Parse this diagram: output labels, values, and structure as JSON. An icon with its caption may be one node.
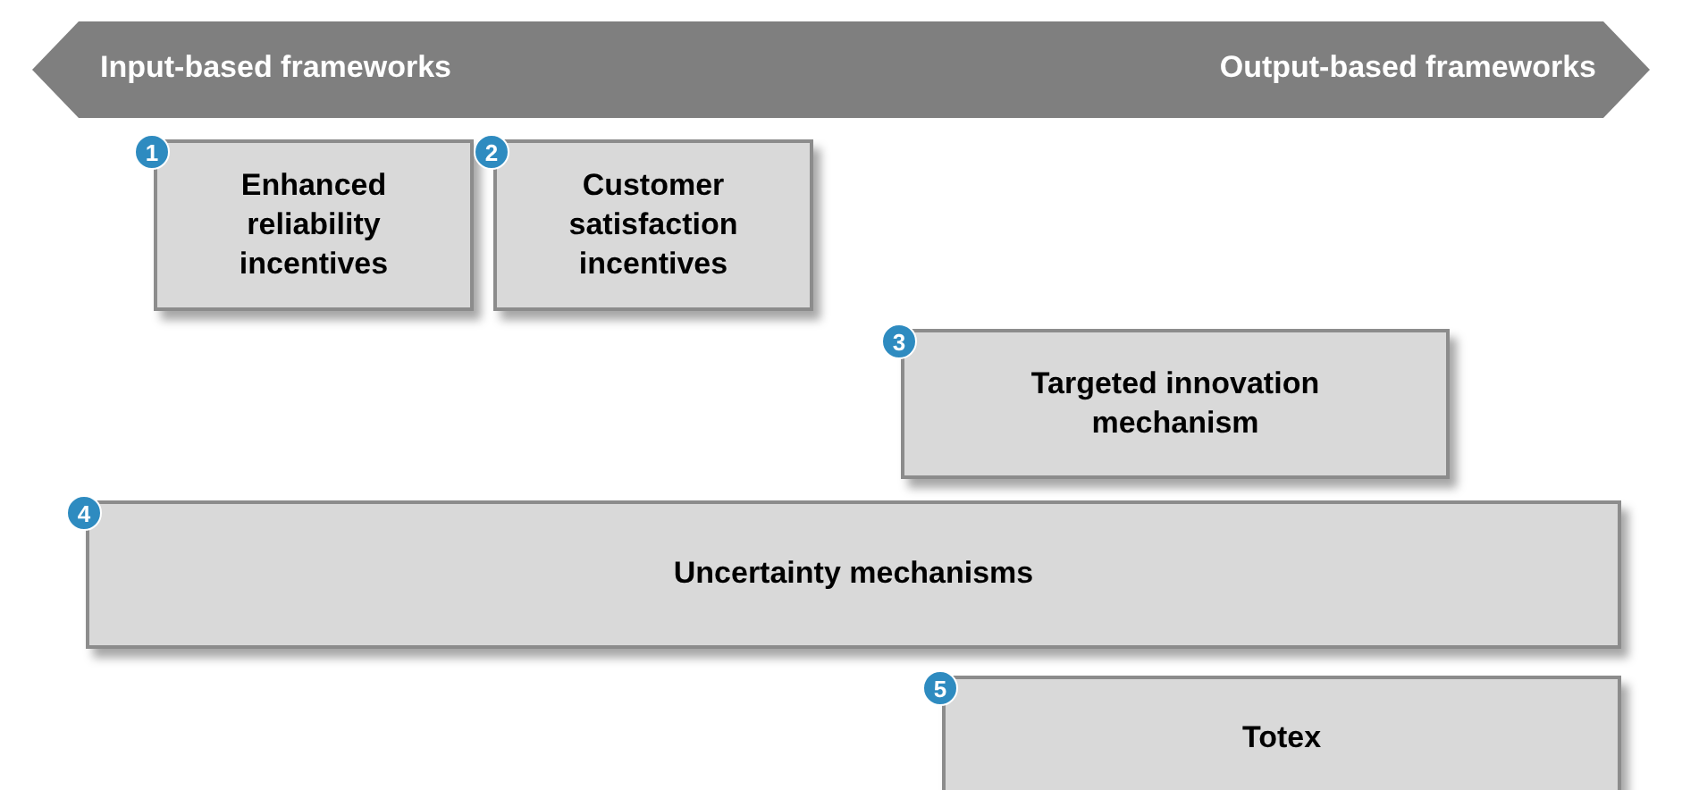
{
  "diagram": {
    "nodes": [
      {
        "text": [
          "Input-based frameworks",
          "Output-based frameworks"
        ]
      },
      {
        "text": [
          "Enhanced reliability incentives"
        ],
        "beside": [
          "1"
        ]
      },
      {
        "text": [
          "Customer satisfaction incentives"
        ],
        "beside": [
          "2"
        ]
      },
      {
        "text": [
          "Targeted innovation mechanism"
        ],
        "beside": [
          "3"
        ]
      },
      {
        "text": [
          "Uncertainty mechanisms"
        ],
        "beside": [
          "4"
        ]
      },
      {
        "text": [
          "Totex"
        ],
        "beside": [
          "5"
        ]
      }
    ],
    "edges": []
  }
}
